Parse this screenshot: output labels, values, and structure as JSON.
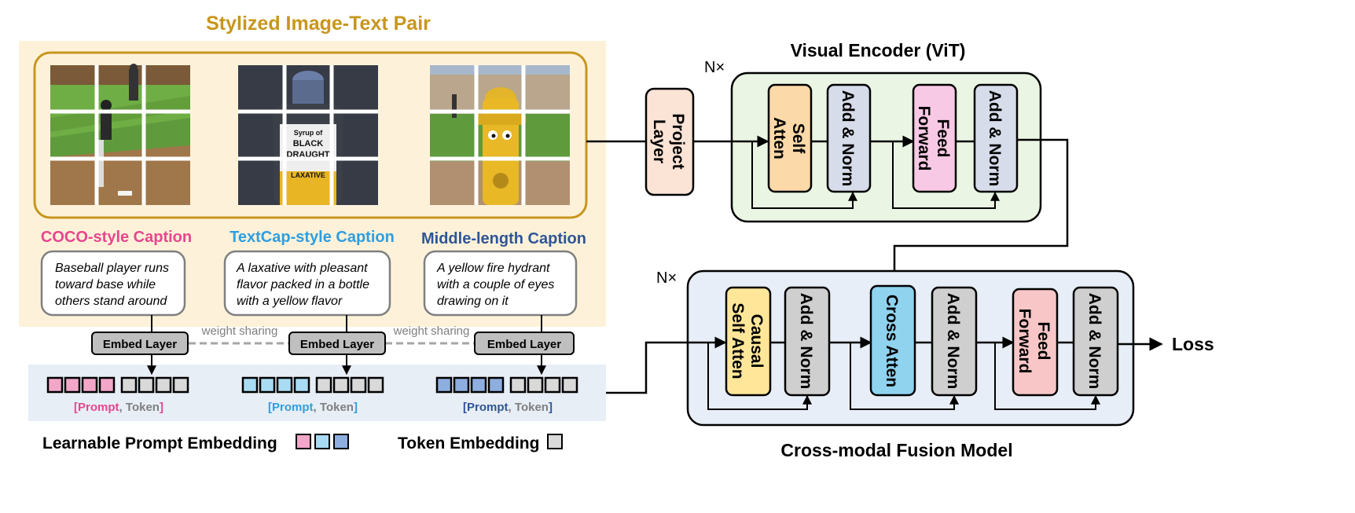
{
  "title": "Stylized Image-Text Pair",
  "captions": [
    {
      "style_label": "COCO-style Caption",
      "style_color": "#e8468f",
      "lines": [
        "Baseball player runs",
        "toward base while",
        "others stand around"
      ],
      "image_desc": "baseball-field-photo"
    },
    {
      "style_label": "TextCap-style Caption",
      "style_color": "#2f9ee0",
      "lines": [
        "A laxative with pleasant",
        "flavor packed in a bottle",
        "with a yellow flavor"
      ],
      "image_desc": "syrup-bottle-photo",
      "image_text": [
        "Syrup of",
        "BLACK",
        "DRAUGHT",
        "LAXATIVE"
      ]
    },
    {
      "style_label": "Middle-length Caption",
      "style_color": "#2f5597",
      "lines": [
        "A yellow fire hydrant",
        "with a couple of eyes",
        "drawing on it"
      ],
      "image_desc": "fire-hydrant-photo"
    }
  ],
  "embed_layer_label": "Embed Layer",
  "weight_sharing_label": "weight sharing",
  "prompt_token": {
    "bracket_open": "[",
    "prompt": "Prompt",
    "comma": ", ",
    "token": "Token",
    "bracket_close": "]"
  },
  "prompt_colors": [
    "#f2a7c9",
    "#a9dcf2",
    "#8eaee0"
  ],
  "prompt_outline_colors": [
    "#e8468f",
    "#2f9ee0",
    "#2f5597"
  ],
  "legend": {
    "learnable_prompt": "Learnable Prompt Embedding",
    "token_embedding": "Token Embedding"
  },
  "visual_encoder": {
    "title": "Visual Encoder (ViT)",
    "repeat": "N×",
    "project_layer": [
      "Project",
      "Layer"
    ],
    "self_atten": [
      "Self",
      "Atten"
    ],
    "add_norm": "Add & Norm",
    "feed_forward": [
      "Feed",
      "Forward"
    ]
  },
  "fusion_model": {
    "title": "Cross-modal Fusion Model",
    "repeat": "N×",
    "causal_self_atten": [
      "Causal",
      "Self Atten"
    ],
    "add_norm": "Add & Norm",
    "cross_atten": "Cross Atten",
    "feed_forward": [
      "Feed",
      "Forward"
    ]
  },
  "loss": "Loss",
  "colors": {
    "title_gold": "#c8961e",
    "pair_bg": "#fdf2d9",
    "token_bg": "#e8eef6",
    "vit_bg": "#eaf5e4",
    "fusion_bg": "#e8eef7",
    "project": "#fbe3d6",
    "self_atten": "#fcd9a8",
    "add_norm": "#d6dce9",
    "feed_forward_vit": "#f8c9e4",
    "causal": "#ffe699",
    "add_norm_fusion": "#cfcfcf",
    "cross_atten": "#8fd3ef",
    "feed_forward_fusion": "#f8c6c6",
    "embed_box": "#bfbfbf"
  }
}
